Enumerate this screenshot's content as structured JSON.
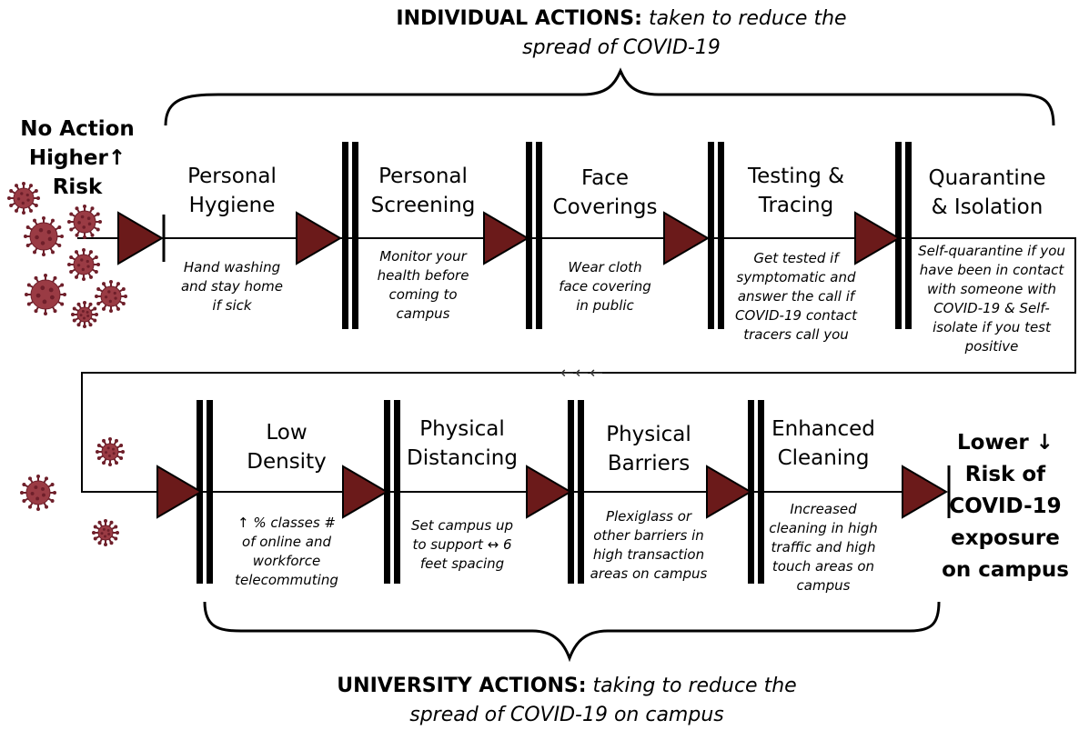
{
  "individual_header": {
    "bold": "INDIVIDUAL ACTIONS:",
    "italic_line1": "taken to reduce the",
    "italic_line2": "spread of COVID-19"
  },
  "university_header": {
    "bold": "UNIVERSITY ACTIONS:",
    "italic_line1": "taking to reduce the",
    "italic_line2": "spread of COVID-19 on campus"
  },
  "start": {
    "line1": "No Action",
    "line2": "Higher↑",
    "line3": "Risk"
  },
  "end": {
    "line1": "Lower ↓",
    "line2": "Risk  of",
    "line3": "COVID-19",
    "line4": "exposure",
    "line5": "on campus"
  },
  "back_arrows": "←←←",
  "individual_steps": [
    {
      "title": [
        "Personal",
        "Hygiene"
      ],
      "desc": [
        "Hand washing",
        "and stay home",
        "if sick"
      ]
    },
    {
      "title": [
        "Personal",
        "Screening"
      ],
      "desc": [
        "Monitor your",
        "health before",
        "coming to",
        "campus"
      ]
    },
    {
      "title": [
        "Face",
        "Coverings"
      ],
      "desc": [
        "Wear cloth",
        "face covering",
        "in public"
      ]
    },
    {
      "title": [
        "Testing &",
        "Tracing"
      ],
      "desc": [
        "Get tested if",
        "symptomatic and",
        "answer the call if",
        "COVID-19 contact",
        "tracers call you"
      ]
    },
    {
      "title": [
        "Quarantine",
        "& Isolation"
      ],
      "desc": [
        "Self-quarantine if you",
        "have been in contact",
        "with someone with",
        "COVID-19 & Self-",
        "isolate if you test",
        "positive"
      ]
    }
  ],
  "university_steps": [
    {
      "title": [
        "Low",
        "Density"
      ],
      "desc": [
        "↑ %  classes #",
        "of  online and",
        "workforce",
        "telecommuting"
      ]
    },
    {
      "title": [
        "Physical",
        "Distancing"
      ],
      "desc": [
        "Set campus up",
        "to support ↔ 6",
        "feet spacing"
      ]
    },
    {
      "title": [
        "Physical",
        "Barriers"
      ],
      "desc": [
        "Plexiglass or",
        "other barriers in",
        "high transaction",
        "areas on campus"
      ]
    },
    {
      "title": [
        "Enhanced",
        "Cleaning"
      ],
      "desc": [
        "Increased",
        "cleaning in high",
        "traffic and high",
        "touch areas on",
        "campus"
      ]
    }
  ],
  "colors": {
    "arrow_fill": "#6b1a1a",
    "virus_body": "#9a3b44",
    "virus_spike": "#6e1f2a",
    "line": "#000000"
  },
  "icons": [
    "virus-icon",
    "flow-arrow-icon",
    "barrier-bar-icon"
  ]
}
